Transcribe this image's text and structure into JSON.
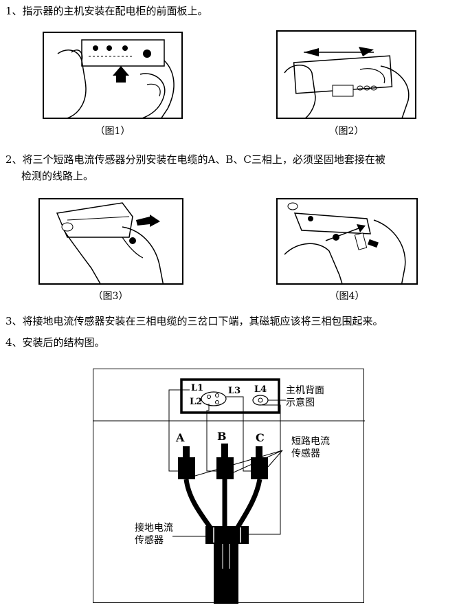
{
  "steps": [
    {
      "num": "1、",
      "text": "指示器的主机安装在配电柜的前面板上。"
    },
    {
      "num": "2、",
      "text": "将三个短路电流传感器分别安装在电缆的A、B、C三相上，必须坚固地套接在被",
      "text2": "检测的线路上。"
    },
    {
      "num": "3、",
      "text": "将接地电流传感器安装在三相电缆的三岔口下端，其磁轭应该将三相包围起来。"
    },
    {
      "num": "4、",
      "text": "安装后的结构图。"
    }
  ],
  "figures": [
    {
      "caption": "（图1）"
    },
    {
      "caption": "（图2）"
    },
    {
      "caption": "（图3）"
    },
    {
      "caption": "（图4）"
    }
  ],
  "diagram": {
    "terminals": {
      "l1": "L1",
      "l2": "L2",
      "l3": "L3",
      "l4": "L4"
    },
    "phases": {
      "a": "A",
      "b": "B",
      "c": "C"
    },
    "host_back_label": [
      "主机背面",
      "示意图"
    ],
    "short_sensor_label": [
      "短路电流",
      "传感器"
    ],
    "ground_sensor_label": [
      "接地电流",
      "传感器"
    ]
  }
}
